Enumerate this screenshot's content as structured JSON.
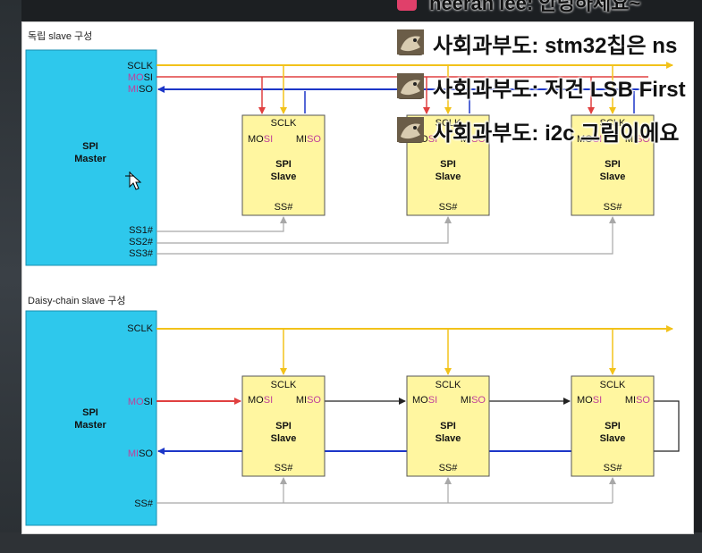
{
  "sections": {
    "independent": {
      "title": "독립 slave 구성"
    },
    "daisy": {
      "title": "Daisy-chain slave 구성"
    }
  },
  "master": {
    "title_line1": "SPI",
    "title_line2": "Master",
    "sclk": "SCLK",
    "mosi_a": "MO",
    "mosi_b": "SI",
    "miso_a": "MI",
    "miso_b": "SO",
    "ss1": "SS1#",
    "ss2": "SS2#",
    "ss3": "SS3#",
    "ss": "SS#"
  },
  "slave": {
    "sclk": "SCLK",
    "mosi_a": "MO",
    "mosi_b": "SI",
    "miso_a": "MI",
    "miso_b": "SO",
    "title_line1": "SPI",
    "title_line2": "Slave",
    "ss": "SS#"
  },
  "colors": {
    "master_fill": "#2ec8ec",
    "slave_fill": "#fff6a0",
    "sclk": "#f2c21a",
    "mosi": "#e04040",
    "miso": "#1c36c8",
    "ss": "#a8a8a8",
    "chain": "#222222",
    "pink": "#c0409a"
  },
  "chat": {
    "top_user": "heeran lee",
    "top_message": "안녕하세요~",
    "messages": [
      {
        "user": "사회과부도",
        "text": "stm32칩은 ns"
      },
      {
        "user": "사회과부도",
        "text": "저건 LSB First"
      },
      {
        "user": "사회과부도",
        "text": "i2c 그림이에요"
      }
    ]
  }
}
